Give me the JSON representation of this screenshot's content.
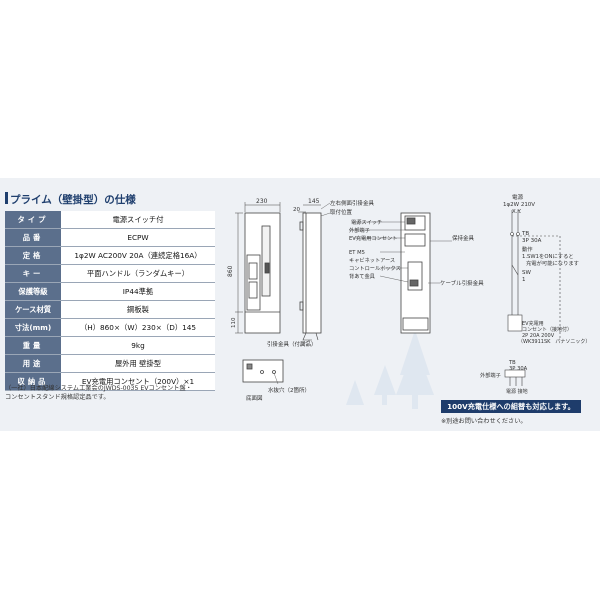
{
  "title": "プライム（壁掛型）の仕様",
  "spec_rows": [
    {
      "key": "タイプ",
      "value": "電源スイッチ付"
    },
    {
      "key": "品番",
      "value": "ECPW"
    },
    {
      "key": "定格",
      "value": "1φ2W AC200V 20A（連続定格16A）"
    },
    {
      "key": "キー",
      "value": "平面ハンドル（ランダムキー）"
    },
    {
      "key": "保護等級",
      "value": "IP44準拠"
    },
    {
      "key": "ケース材質",
      "value": "鋼板製"
    },
    {
      "key": "寸法(mm)",
      "value": "（H）860×（W）230×（D）145"
    },
    {
      "key": "重量",
      "value": "9kg"
    },
    {
      "key": "用途",
      "value": "屋外用 壁掛型"
    },
    {
      "key": "収納品",
      "value": "EV充電用コンセント（200V）×1"
    }
  ],
  "footnote_1": "（一社）日本配線システム工業会のJWDS-0035 EVコンセント盤・",
  "footnote_2": "コンセントスタンド規格認定品です。",
  "drawing": {
    "dim_width": "230",
    "dim_depth": "145",
    "dim_20": "20",
    "dim_height": "860",
    "dim_110": "110",
    "lbl_bracket_side": "左右側面引掛金具",
    "lbl_mount_pos": "取付位置",
    "lbl_hook_accessory": "引掛金具（付属品）",
    "lbl_drain_hole": "水抜穴（2箇所）",
    "lbl_bottom_view": "底面図",
    "lbl_power_switch": "電源スイッチ",
    "lbl_external_terminal": "外部端子",
    "lbl_ev_outlet": "EV充電用コンセント",
    "lbl_et_m5": "ET M5",
    "lbl_cabinet_earth": "キャビネットアース",
    "lbl_control_box": "コントロールボックス",
    "lbl_embed_bracket": "背あて金具",
    "lbl_holding_bracket": "保持金具",
    "lbl_cable_bracket": "ケーブル引掛金具"
  },
  "wiring": {
    "power": "電源",
    "power_spec": "1φ2W 210V",
    "xy": "X.Y.",
    "tb": "TB",
    "tb_spec": "3P 30A",
    "op_title": "動作",
    "op_1": "1.SW1をONにすると",
    "op_2": "充電が可能になります",
    "sw": "SW",
    "sw_num": "1",
    "ev_1": "EV充電用",
    "ev_2": "コンセント（接地付）",
    "ev_3": "2P 20A 200V",
    "ev_4": "（WK3911SK　パナソニック）",
    "ext_terminal": "外部端子",
    "tb2": "TB",
    "tb2_spec": "3P 30A",
    "earth": "電源 接地"
  },
  "bottom_box": "100V充電仕様への組替も対応します。",
  "bottom_note": "※別途お問い合わせください。"
}
